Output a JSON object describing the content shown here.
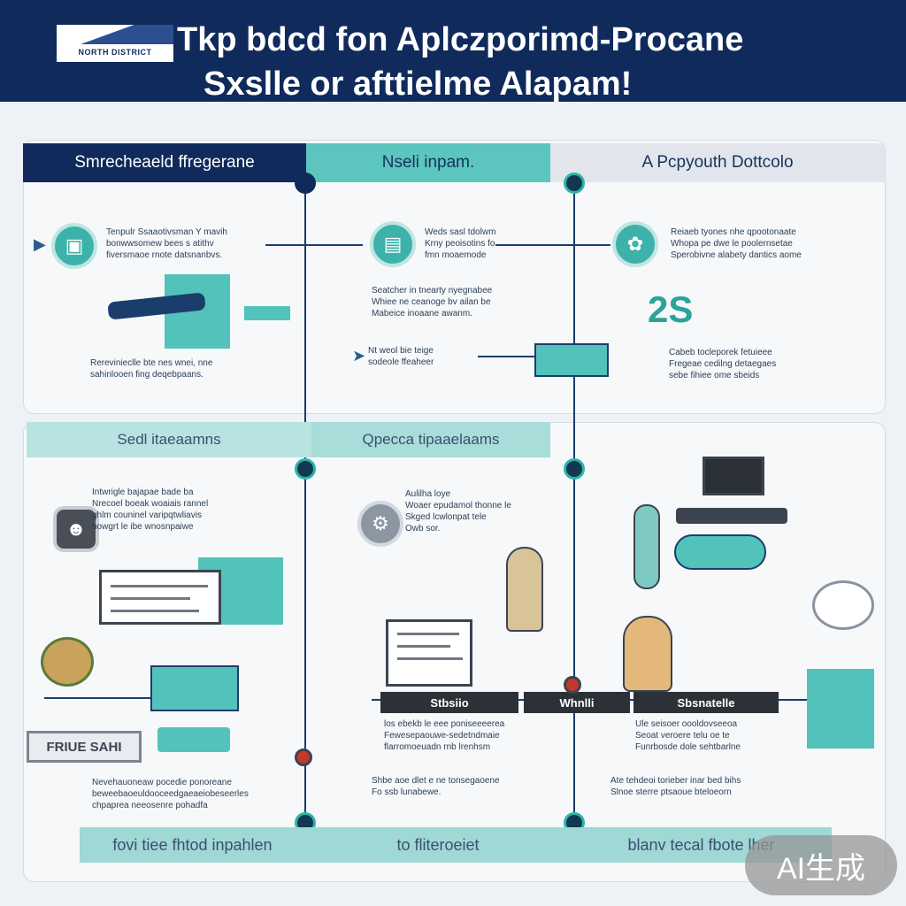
{
  "header": {
    "badge_text": "NORTH DISTRICT",
    "title_line_1": "Tkp bdcd fon Aplczporimd-Procane",
    "title_line_2": "Sxslle or afttielme Alapam!"
  },
  "columns": [
    {
      "header": "Smrecheaeld ffregerane"
    },
    {
      "header": "Nseli inpam."
    },
    {
      "header": "A Pcpyouth Dottcolo"
    }
  ],
  "section_bands": {
    "band_2_left": "Sedl itaeaamns",
    "band_2_right": "Qpecca tipaaelaams",
    "band_3": [
      "fovi tiee fhtod inpahlen",
      "to fliteroeiet",
      "blanv tecal fbote lher"
    ]
  },
  "row1_texts": {
    "c1_a": "Tenpulr Ssaaotivsman Y mavih\nbonwwsomew bees s atithv\nfiversmaoe rnote datsnanbvs.",
    "c2_a": "Weds sasl tdolwm\nKrny peoisotins fo\nfmn moaemode",
    "c3_a": "Reiaeb tyones nhe qpootonaate\nWhopa pe dwe le poolernsetae\nSperobivne alabety dantics aome",
    "c2_b": "Seatcher in tnearty nyegnabee\nWhiee ne ceanoge bv ailan be\nMabeice inoaane awanm.",
    "c1_b": "Rerevinieclle bte nes wnei, nne\nsahinlooen fing deqebpaans.",
    "c2_c": "Nt weol bie teige\nsodeole ffeaheer",
    "c3_b": "Cabeb tocleporek fetuieee\nFregeae cedilng detaegaes\nsebe fihiee ome sbeids"
  },
  "row2_texts": {
    "c1_a": "Intwrigle bajapae bade ba\nNrecoel boeak woaiais rannel\nghlm couninel varipqtwliavis\nhowgrt le ibe wnosnpaiwe",
    "c2_a": "Aulilha loye\nWoaer epudamol thonne le\nSkged lcwlonpat tele\nOwb sor.",
    "label_box": "FRIUE SAHI",
    "c1_b": "Nevehauoneaw pocedie ponoreane\nbeweebaoeuldooceedgaeaeiobeseerles\nchpaprea neeosenre pohadfa",
    "c2_b": "los ebekb le eee poniseeeerea\nFewesepaouwe-sedetndmaie\nflarromoeuadn rnb lrenhsm",
    "c2_c": "Shbe aoe dlet e ne tonsegaoene\nFo ssb lunabewe.",
    "c3_a": "Ule seisoer oooldovseeoa\nSeoat veroere telu oe te\nFunrbosde dole sehtbarlne",
    "c3_b": "Ate tehdeoi torieber inar bed bihs\nSlnoe sterre ptsaoue bteloeorn"
  },
  "label_bars": [
    "Stbsiio",
    "Whnlli",
    "Sbsnatelle"
  ],
  "watermark": "AI生成",
  "colors": {
    "navy": "#102a5c",
    "teal": "#5cc5bd",
    "light_teal": "#9fd8d4",
    "background": "#eef1f5"
  },
  "icons": [
    "folder-icon",
    "file-icon",
    "plant-icon",
    "bridge-icon",
    "person-icon",
    "monitor-icon",
    "gear-icon"
  ]
}
